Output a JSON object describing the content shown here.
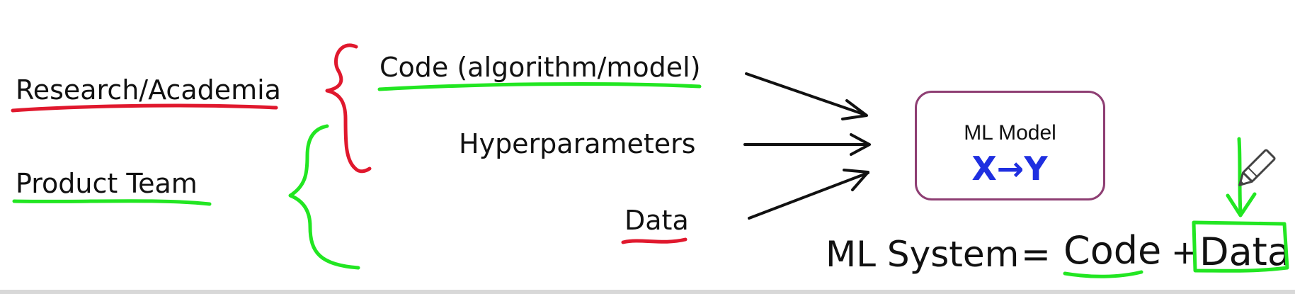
{
  "labels": {
    "research": "Research/Academia",
    "product": "Product Team",
    "code": "Code (algorithm/model)",
    "hyperparameters": "Hyperparameters",
    "data": "Data"
  },
  "model": {
    "title": "ML Model",
    "mapping": "X→Y"
  },
  "equation": {
    "lhs": "ML System",
    "equals": "=",
    "term1": "Code",
    "plus": "+",
    "term2": "Data"
  },
  "colors": {
    "red_annotation": "#e0182d",
    "green_annotation": "#22e622",
    "box_border": "#8e3e73",
    "mapping_blue": "#1f2fe0",
    "ink": "#111111"
  },
  "icons": {
    "pen": "pencil-icon"
  }
}
